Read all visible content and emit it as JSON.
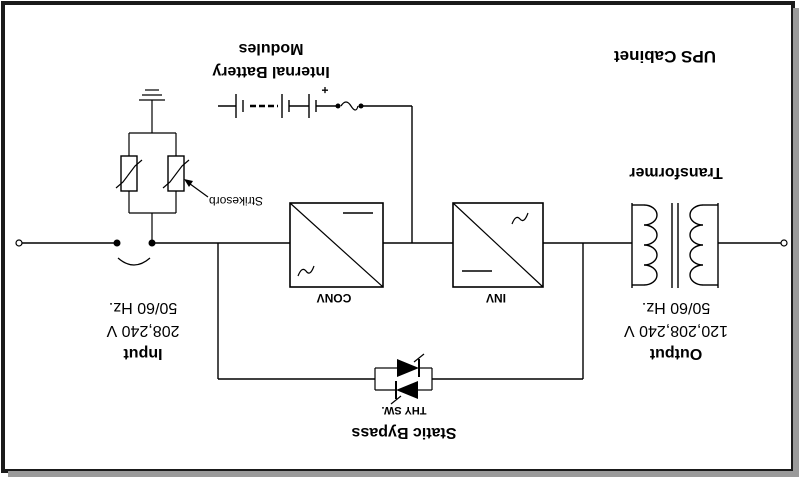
{
  "diagram": {
    "cabinet_label": "UPS Cabinet",
    "battery_title": "Internal Battery",
    "battery_subtitle": "Modules",
    "battery_polarity": "+",
    "transformer_label": "Transformer",
    "strikesorb_label": "Strikesorb",
    "conv_label": "CONV",
    "inv_label": "INV",
    "input": {
      "title": "Input",
      "voltage": "208,240 V",
      "frequency": "50/60 Hz."
    },
    "output": {
      "title": "Output",
      "voltage": "120,208,240 V",
      "frequency": "50/60 Hz."
    },
    "bypass": {
      "switch_label": "THY SW.",
      "title": "Static Bypass"
    },
    "orientation": "mirrored-and-inverted"
  },
  "colors": {
    "line": "#000000",
    "background": "#ffffff",
    "frame": "#1a1a1a"
  }
}
